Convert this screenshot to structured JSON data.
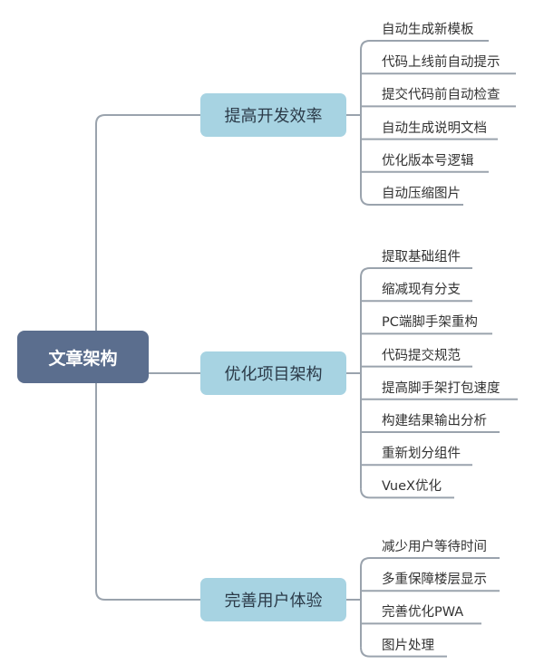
{
  "root": {
    "label": "文章架构"
  },
  "branches": [
    {
      "label": "提高开发效率",
      "leaves": [
        "自动生成新模板",
        "代码上线前自动提示",
        "提交代码前自动检查",
        "自动生成说明文档",
        "优化版本号逻辑",
        "自动压缩图片"
      ]
    },
    {
      "label": "优化项目架构",
      "leaves": [
        "提取基础组件",
        "缩减现有分支",
        "PC端脚手架重构",
        "代码提交规范",
        "提高脚手架打包速度",
        "构建结果输出分析",
        "重新划分组件",
        "VueX优化"
      ]
    },
    {
      "label": "完善用户体验",
      "leaves": [
        "减少用户等待时间",
        "多重保障楼层显示",
        "完善优化PWA",
        "图片处理"
      ]
    }
  ],
  "colors": {
    "line": "#9aa3ad",
    "root_fill": "#5b6e8e",
    "branch_fill": "#a7d3e2"
  }
}
